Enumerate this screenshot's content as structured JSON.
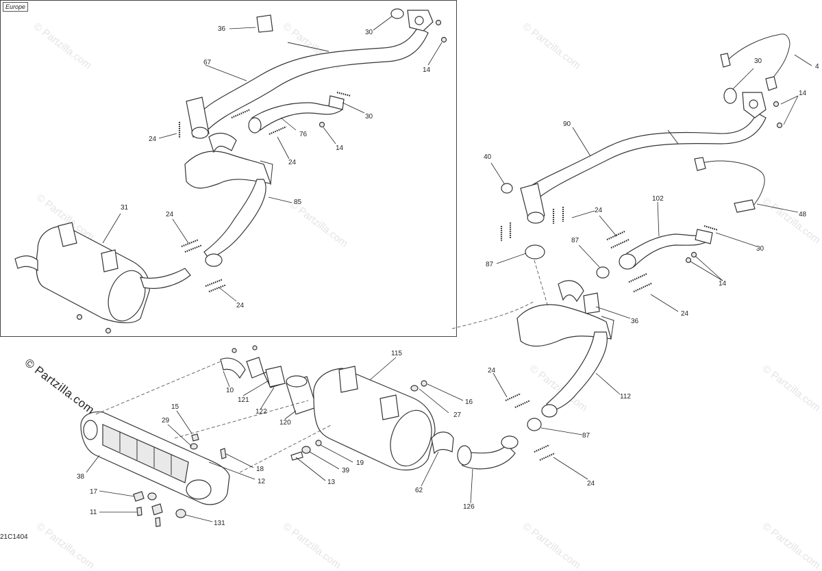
{
  "diagram": {
    "region_tag": "Europe",
    "diagram_code": "21C1404",
    "copyright": "© Partzilla.com",
    "watermark": "© Partzilla.com",
    "callouts": [
      "36",
      "30",
      "67",
      "14",
      "24",
      "76",
      "30",
      "14",
      "24",
      "85",
      "31",
      "24",
      "24",
      "30",
      "14",
      "4",
      "90",
      "40",
      "24",
      "102",
      "87",
      "87",
      "36",
      "24",
      "48",
      "30",
      "14",
      "115",
      "10",
      "121",
      "122",
      "120",
      "16",
      "27",
      "15",
      "29",
      "19",
      "39",
      "13",
      "18",
      "12",
      "38",
      "17",
      "11",
      "131",
      "62",
      "126",
      "24",
      "112",
      "87",
      "24"
    ]
  }
}
